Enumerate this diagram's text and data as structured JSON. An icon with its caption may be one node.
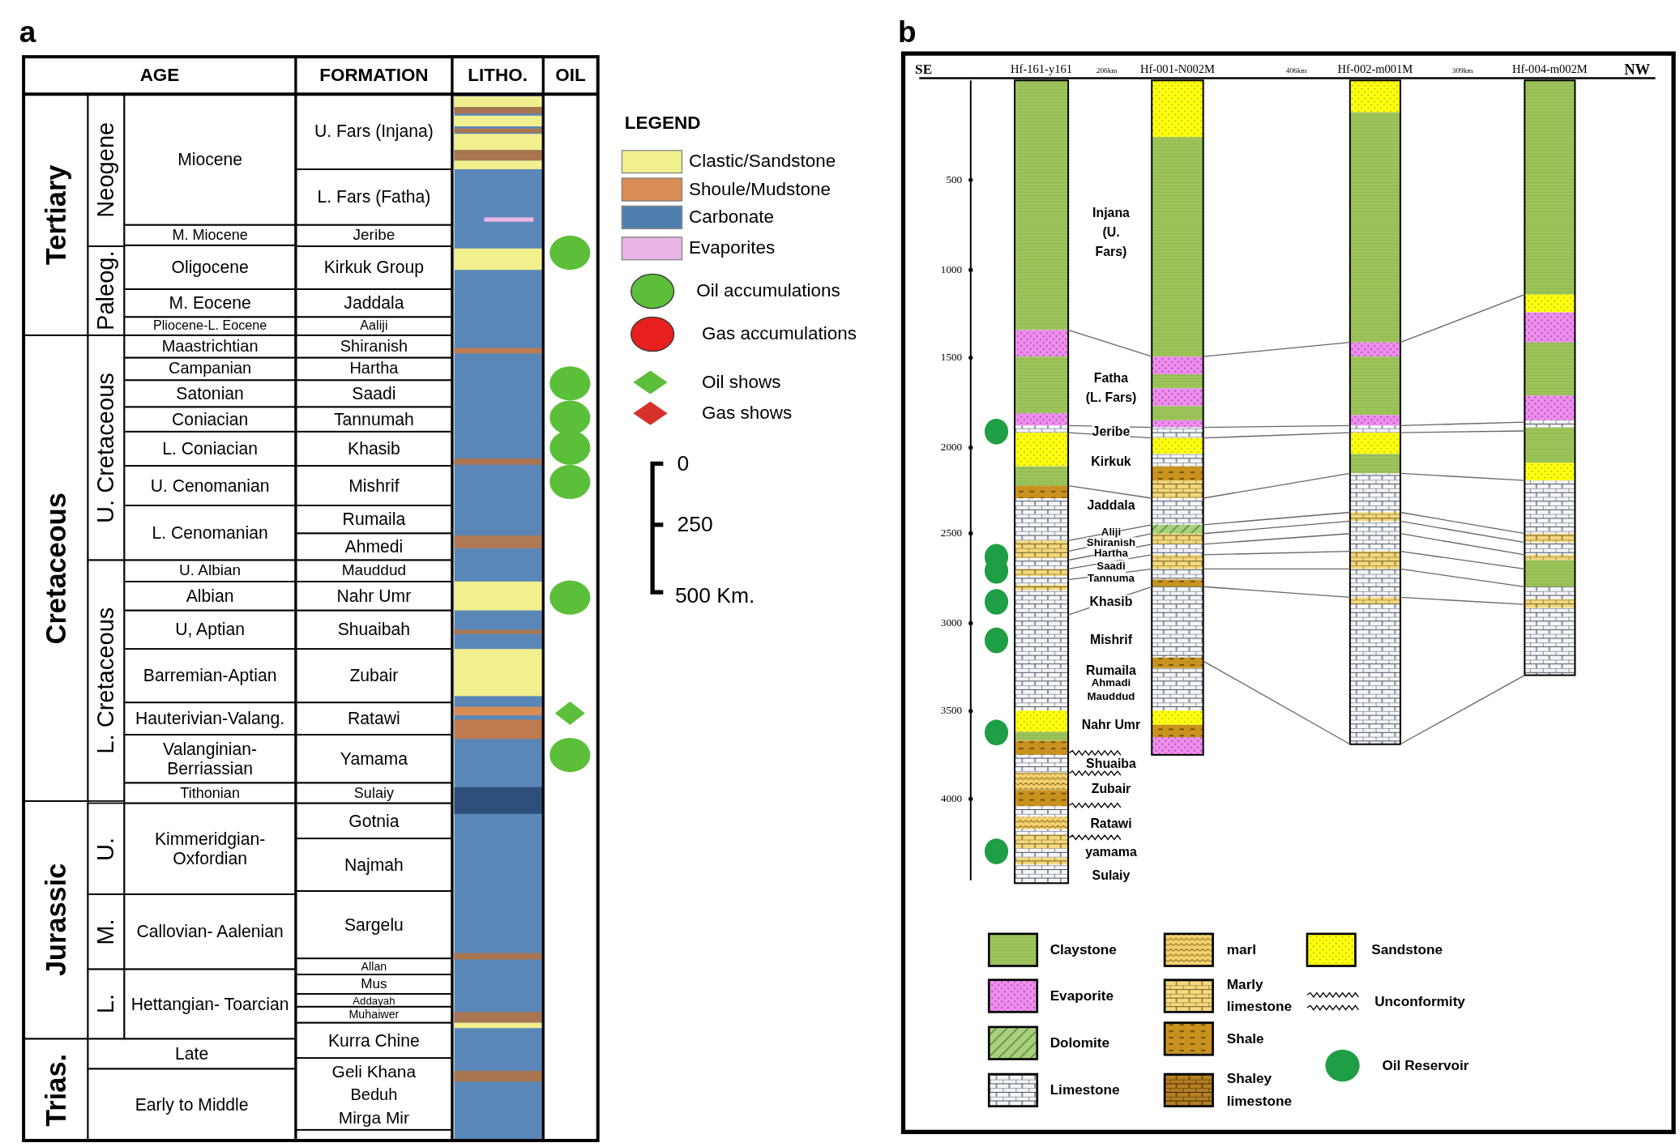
{
  "diagram": {
    "labels": [
      "a",
      "AGE",
      "FORMATION",
      "LITHO.",
      "OIL",
      "Tertiary",
      "Neogene",
      "Miocene",
      "U. Fars (Injana)",
      "L. Fars (Fatha)",
      "M. Miocene",
      "Jeribe",
      "Paleog.",
      "Oligocene",
      "Kirkuk Group",
      "M. Eocene",
      "Jaddala",
      "Pliocene-L. Eocene",
      "Aaliji",
      "Cretaceous",
      "U. Cretaceous",
      "Maastrichtian",
      "Shiranish",
      "Campanian",
      "Hartha",
      "Satonian",
      "Saadi",
      "Coniacian",
      "Tannumah",
      "L. Coniacian",
      "Khasib",
      "U. Cenomanian",
      "Mishrif",
      "L. Cenomanian",
      "Rumaila",
      "Ahmedi",
      "L. Cretaceous",
      "U. Albian",
      "Mauddud",
      "Albian",
      "Nahr Umr",
      "U, Aptian",
      "Shuaibah",
      "Barremian-Aptian",
      "Zubair",
      "Hauterivian-Valang.",
      "Ratawi",
      "Valanginian- Berriassian",
      "Yamama",
      "Tithonian",
      "Sulaiy",
      "Jurassic",
      "U.",
      "Kimmeridgian- Oxfordian",
      "Gotnia",
      "Najmah",
      "M.",
      "Callovian- Aalenian",
      "Sargelu",
      "Allan",
      "L.",
      "Hettangian- Toarcian",
      "Mus",
      "Addayah",
      "Muhaiwer",
      "Trias.",
      "Late",
      "Kurra Chine",
      "Early to Middle",
      "Geli Khana",
      "Beduh",
      "Mirga Mir",
      "LEGEND",
      "0",
      "250",
      "500 Km.",
      "b",
      "SE",
      "206km",
      "406km",
      "309km",
      "NW",
      "500",
      "1000",
      "1500",
      "2000",
      "2500",
      "3000",
      "3500",
      "4000",
      "Injana (U. Fars)",
      "Fatha (L. Fars)",
      "Jeribe",
      "Kirkuk",
      "Jaddala",
      "Aliji",
      "Shiranish",
      "Hartha",
      "Saadi",
      "Tannuma",
      "Khasib",
      "Mishrif",
      "Rumaila",
      "Ahmadi",
      "Mauddud",
      "Nahr Umr",
      "Shuaiba",
      "Zubair",
      "Ratawi",
      "yamama",
      "Sulaiy"
    ],
    "nodes": [
      {
        "text": [
          "Hf-161-y161"
        ]
      },
      {
        "text": [
          "Hf-001-N002M"
        ]
      },
      {
        "text": [
          "Hf-002-m001M"
        ]
      },
      {
        "text": [
          "Hf-004-m002M"
        ]
      }
    ],
    "edges": [
      {
        "from": 0,
        "to": 1,
        "arrow": "none"
      },
      {
        "from": 0,
        "to": 1,
        "arrow": "none"
      },
      {
        "from": 0,
        "to": 1,
        "arrow": "none"
      },
      {
        "from": 0,
        "to": 1,
        "arrow": "none"
      },
      {
        "from": 0,
        "to": 1,
        "arrow": "none"
      },
      {
        "from": 0,
        "to": 1,
        "arrow": "none"
      },
      {
        "from": 0,
        "to": 1,
        "arrow": "none"
      },
      {
        "from": 0,
        "to": 1,
        "arrow": "none"
      },
      {
        "from": 0,
        "to": 1,
        "arrow": "none"
      },
      {
        "from": 0,
        "to": 1,
        "arrow": "none"
      },
      {
        "from": 1,
        "to": 2,
        "arrow": "none"
      },
      {
        "from": 1,
        "to": 2,
        "arrow": "none"
      },
      {
        "from": 1,
        "to": 2,
        "arrow": "none"
      },
      {
        "from": 1,
        "to": 2,
        "arrow": "none"
      },
      {
        "from": 1,
        "to": 2,
        "arrow": "none"
      },
      {
        "from": 1,
        "to": 2,
        "arrow": "none"
      },
      {
        "from": 1,
        "to": 2,
        "arrow": "none"
      },
      {
        "from": 1,
        "to": 2,
        "arrow": "none"
      },
      {
        "from": 1,
        "to": 2,
        "arrow": "none"
      },
      {
        "from": 1,
        "to": 2,
        "arrow": "none"
      },
      {
        "from": 1,
        "to": 2,
        "arrow": "none"
      },
      {
        "from": 2,
        "to": 3,
        "arrow": "none"
      },
      {
        "from": 2,
        "to": 3,
        "arrow": "none"
      },
      {
        "from": 2,
        "to": 3,
        "arrow": "none"
      },
      {
        "from": 2,
        "to": 3,
        "arrow": "none"
      },
      {
        "from": 2,
        "to": 3,
        "arrow": "none"
      },
      {
        "from": 2,
        "to": 3,
        "arrow": "none"
      },
      {
        "from": 2,
        "to": 3,
        "arrow": "none"
      },
      {
        "from": 2,
        "to": 3,
        "arrow": "none"
      },
      {
        "from": 2,
        "to": 3,
        "arrow": "none"
      },
      {
        "from": 2,
        "to": 3,
        "arrow": "none"
      },
      {
        "from": 2,
        "to": 3,
        "arrow": "none"
      }
    ],
    "legend": [
      {
        "text": "Clastic/Sandstone",
        "color": "#f2ef8e"
      },
      {
        "text": "Shoule/Mudstone",
        "color": "#d98c55"
      },
      {
        "text": "Carbonate",
        "color": "#4f7fae"
      },
      {
        "text": "Evaporites",
        "color": "#e9b6e6"
      },
      {
        "text": "Oil accumulations"
      },
      {
        "text": "Gas accumulations"
      },
      {
        "text": "Oil shows"
      },
      {
        "text": "Gas shows"
      },
      {
        "text": "Claystone"
      },
      {
        "text": "Evaporite"
      },
      {
        "text": "Dolomite"
      },
      {
        "text": "Limestone"
      },
      {
        "text": "marl"
      },
      {
        "text": "Marly limestone"
      },
      {
        "text": "Shale"
      },
      {
        "text": "Shaley limestone"
      },
      {
        "text": "Sandstone"
      },
      {
        "text": "Unconformity"
      },
      {
        "text": "Oil Reservoir"
      }
    ]
  }
}
